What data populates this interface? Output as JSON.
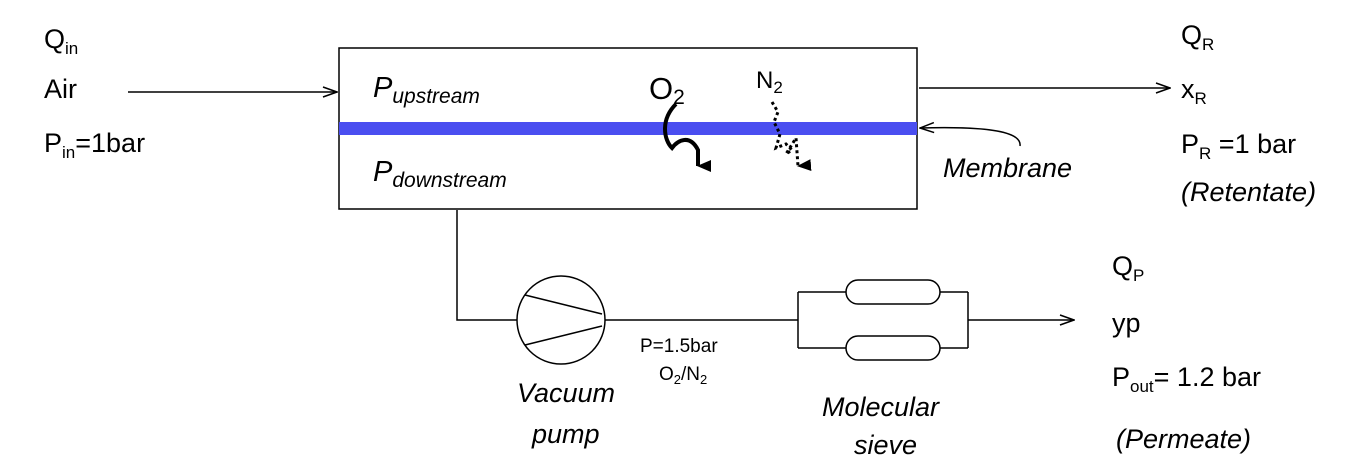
{
  "inlet": {
    "q_main": "Q",
    "q_sub": "in",
    "gas": "Air",
    "p_main": "P",
    "p_sub": "in",
    "p_rest": "=1bar"
  },
  "membrane_unit": {
    "upstream_main": "P",
    "upstream_sub": "upstream",
    "downstream_main": "P",
    "downstream_sub": "downstream",
    "o2_main": "O",
    "o2_sub": "2",
    "n2_main": "N",
    "n2_sub": "2",
    "membrane_label": "Membrane"
  },
  "retentate": {
    "q_main": "Q",
    "q_sub": "R",
    "x_main": "x",
    "x_sub": "R",
    "p_main": "P",
    "p_sub": "R",
    "p_rest": " =1 bar",
    "label": "(Retentate)"
  },
  "pump": {
    "label_line1": "Vacuum",
    "label_line2": "pump",
    "pressure": "P=1.5bar",
    "ratio_a": "O",
    "ratio_a_sub": "2",
    "ratio_sep": "/",
    "ratio_b": "N",
    "ratio_b_sub": "2"
  },
  "sieve": {
    "label_line1": "Molecular",
    "label_line2": "sieve"
  },
  "permeate": {
    "q_main": "Q",
    "q_sub": "P",
    "y": "yp",
    "p_main": "P",
    "p_sub": "out",
    "p_rest": "= 1.2 bar",
    "label": "(Permeate)"
  },
  "colors": {
    "membrane": "#4a4ef0",
    "line": "#000000"
  }
}
